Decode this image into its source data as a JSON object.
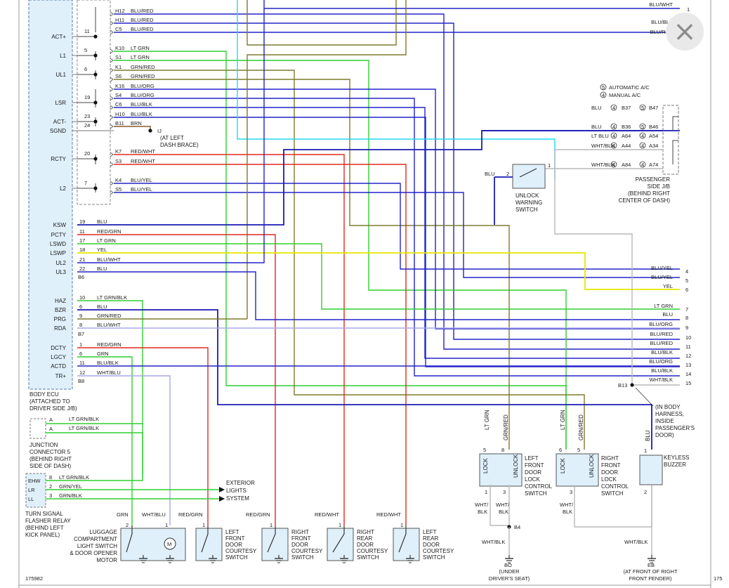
{
  "colors": {
    "blu": "#2323c8",
    "navy": "#1b1bb4",
    "ltgrn": "#2fcf2f",
    "grn": "#7a9a2a",
    "olive": "#7d7b2f",
    "red": "#e02a1e",
    "yel": "#e6e600",
    "cyan": "#22d8f0",
    "gray": "#b8b8b8",
    "lav": "#a8a8ea",
    "black": "#222222",
    "brn": "#8a5a2a",
    "purple": "#6a2d88"
  },
  "close_icon": "×",
  "ecu": {
    "pins_top": [
      "ACT+",
      "L1",
      "UL1",
      "LSR",
      "ACT-",
      "SGND",
      "RCTY",
      "L2"
    ],
    "pins_bottom": [
      "KSW",
      "PCTY",
      "LSWD",
      "LSWP",
      "UL2",
      "UL3",
      "HAZ",
      "BZR",
      "PRG",
      "RDA",
      "DCTY",
      "LGCY",
      "ACTD",
      "TR+"
    ],
    "caption": [
      "BODY ECU",
      "(ATTACHED TO",
      "DRIVER SIDE J/B)"
    ],
    "numbers_top": [
      "11",
      "5",
      "6",
      "19",
      "23",
      "24",
      "20",
      "7"
    ],
    "numbers_bottom": [
      "19",
      "11",
      "17",
      "18",
      "21",
      "22",
      "10",
      "6",
      "9",
      "8",
      "1",
      "6",
      "11",
      "12"
    ],
    "connectors": [
      "B6",
      "B7",
      "B8"
    ]
  },
  "jb_pins": [
    "H12",
    "H11",
    "C5",
    "K10",
    "S1",
    "K1",
    "S6",
    "K16",
    "S4",
    "C6",
    "H10",
    "B11",
    "K7",
    "S3",
    "K4",
    "S5"
  ],
  "wire_labels_top": [
    "BLU/RED",
    "BLU/RED",
    "BLU/RED",
    "LT GRN",
    "LT GRN",
    "GRN/RED",
    "GRN/RED",
    "BLU/ORG",
    "BLU/ORG",
    "BLU/BLK",
    "BLU/BLK",
    "BRN",
    "RED/WHT",
    "RED/WHT",
    "BLU/YEL",
    "BLU/YEL"
  ],
  "wire_labels_bottom": [
    "BLU",
    "RED/GRN",
    "LT GRN",
    "YEL",
    "BLU/WHT",
    "BLU",
    "LT GRN/BLK",
    "BLU",
    "GRN/RED",
    "BLU/WHT",
    "RED/GRN",
    "GRN",
    "BLU/BLK",
    "WHT/BLU"
  ],
  "ij": {
    "label": "IJ",
    "desc": [
      "(AT LEFT",
      "DASH BRACE)"
    ]
  },
  "top_right": {
    "wire": "BLU/WHT",
    "pin": "1",
    "l2": "BLU/BLK",
    "l3": "BLU/RED"
  },
  "legend": [
    "AUTOMATIC A/C",
    "MANUAL A/C"
  ],
  "legend_nums": [
    "5",
    "4"
  ],
  "passenger_jb": {
    "rows": [
      {
        "wire": "BLU",
        "a": "4",
        "apin": "B37",
        "b": "5",
        "bpin": "B47"
      },
      {
        "wire": "BLU",
        "a": "4",
        "apin": "B36",
        "b": "5",
        "bpin": "B46"
      },
      {
        "wire": "LT BLU",
        "a": "4",
        "apin": "A64",
        "b": "4",
        "bpin": "A54"
      },
      {
        "wire": "WHT/BLK",
        "a": "4",
        "apin": "A44",
        "b": "4",
        "bpin": "A34"
      },
      {
        "wire": "WHT/BLK",
        "a": "4",
        "apin": "A84",
        "b": "4",
        "bpin": "A74"
      }
    ],
    "caption": [
      "PASSENGER",
      "SIDE J/B",
      "(BEHIND RIGHT",
      "CENTER OF DASH)"
    ]
  },
  "unlock_switch": {
    "wire": "BLU",
    "pin2": "2",
    "pin1": "1",
    "caption": [
      "UNLOCK",
      "WARNING",
      "SWITCH"
    ]
  },
  "right_connector": {
    "labels": [
      "BLU/YEL",
      "BLU/YEL",
      "YEL",
      "LT GRN",
      "BLU",
      "BLU/ORG",
      "BLU/RED",
      "BLU/RED",
      "BLU/BLK",
      "BLU/ORG",
      "BLU/BLK",
      "WHT/BLK"
    ],
    "nums": [
      "4",
      "5",
      "6",
      "7",
      "8",
      "9",
      "10",
      "11",
      "12",
      "13",
      "14",
      "15"
    ]
  },
  "b13": {
    "pin": "B13",
    "desc": [
      "(IN BODY",
      "HARNESS,",
      "INSIDE",
      "PASSENGER'S",
      "DOOR)"
    ]
  },
  "jc5": {
    "pins": [
      "A",
      "A"
    ],
    "wires": [
      "LT GRN/BLK",
      "LT GRN/BLK"
    ],
    "caption": [
      "JUNCTION",
      "CONNECTOR 5",
      "(BEHIND RIGHT",
      "SIDE OF DASH)"
    ]
  },
  "flasher": {
    "pins": [
      "EHW",
      "LR",
      "LL"
    ],
    "nums": [
      "8",
      "2",
      "3"
    ],
    "wires": [
      "LT GRN/BLK",
      "GRN/YEL",
      "GRN/BLK"
    ],
    "caption": [
      "TURN SIGNAL",
      "FLASHER RELAY",
      "(BEHIND LEFT",
      "KICK PANEL)"
    ],
    "ext": [
      "EXTERIOR",
      "LIGHTS",
      "SYSTEM"
    ]
  },
  "bottom_switches": [
    {
      "caption": [
        "LUGGAGE",
        "COMPARTMENT",
        "LIGHT SWITCH",
        "& DOOR OPENER",
        "MOTOR"
      ],
      "wire1": "GRN",
      "wire2": "WHT/BLU",
      "p1": "2",
      "p2": "1",
      "motor": "M"
    },
    {
      "caption": [
        "LEFT",
        "FRONT",
        "DOOR",
        "COURTESY",
        "SWITCH"
      ],
      "wire": "RED/GRN",
      "pin": "1"
    },
    {
      "caption": [
        "RIGHT",
        "FRONT",
        "DOOR",
        "COURTESY",
        "SWITCH"
      ],
      "wire": "RED/GRN",
      "pin": "1"
    },
    {
      "caption": [
        "RIGHT",
        "REAR",
        "DOOR",
        "COURTESY",
        "SWITCH"
      ],
      "wire": "RED/WHT",
      "pin": "1"
    },
    {
      "caption": [
        "LEFT",
        "REAR",
        "DOOR",
        "COURTESY",
        "SWITCH"
      ],
      "wire": "RED/WHT",
      "pin": "1"
    }
  ],
  "left_lock": {
    "caption": [
      "LEFT",
      "FRONT",
      "DOOR",
      "LOCK",
      "CONTROL",
      "SWITCH"
    ],
    "wires": [
      "LT GRN",
      "GRN/RED"
    ],
    "pins": [
      "5",
      "8",
      "1",
      "3"
    ],
    "lock": "LOCK",
    "unlock": "UNLOCK",
    "ground_wires": [
      "WHT/",
      "BLK",
      "WHT/",
      "BLK"
    ]
  },
  "right_lock": {
    "caption": [
      "RIGHT",
      "FRONT",
      "DOOR",
      "LOCK",
      "CONTROL",
      "SWITCH"
    ],
    "wires": [
      "LT GRN",
      "GRN/RED"
    ],
    "pins": [
      "6",
      "5",
      "3"
    ],
    "lock": "LOCK",
    "unlock": "UNLOCK",
    "ground_wires": [
      "WHT/",
      "BLK"
    ]
  },
  "buzzer": {
    "caption": [
      "KEYLESS",
      "BUZZER"
    ],
    "wire": "BLU",
    "pins": [
      "1",
      "2"
    ]
  },
  "b4": {
    "pin": "B4",
    "wire": "WHT/BLK"
  },
  "grounds": [
    {
      "name": "BO",
      "desc": [
        "(UNDER",
        "DRIVER'S SEAT)"
      ]
    },
    {
      "name": "EB",
      "desc": [
        "(AT FRONT OF RIGHT",
        "FRONT FENDER)"
      ],
      "wire": "WHT/BLK"
    }
  ],
  "footer_id": "175982",
  "footer_right": "175"
}
